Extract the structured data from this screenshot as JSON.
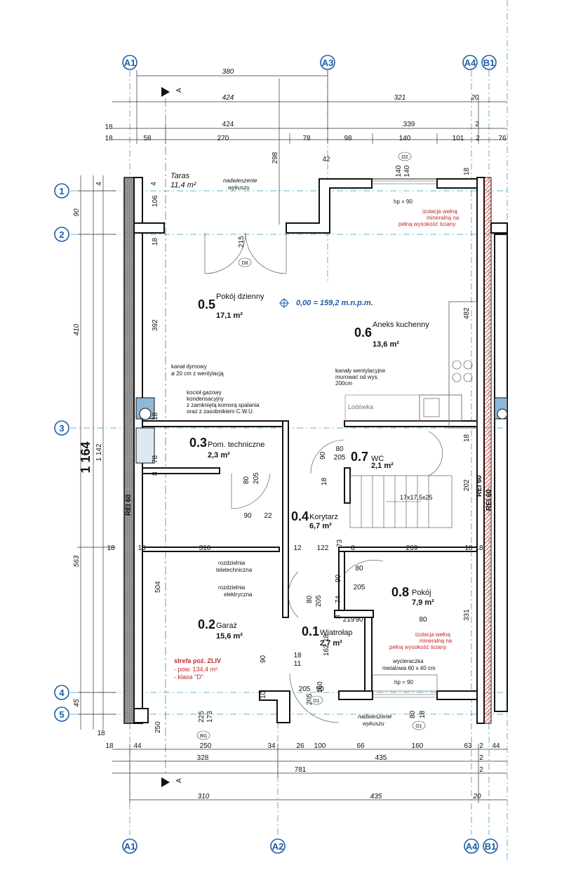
{
  "axes": {
    "top": [
      "A1",
      "A3",
      "A4",
      "B1"
    ],
    "bottom": [
      "A1",
      "A2",
      "A4",
      "B1"
    ],
    "left": [
      "1",
      "2",
      "3",
      "4",
      "5"
    ]
  },
  "dims": {
    "top_row1": [
      "380"
    ],
    "top_row2": [
      "424",
      "321",
      "20"
    ],
    "top_row3": [
      "18",
      "424",
      "339",
      "2"
    ],
    "top_row4": [
      "18",
      "58",
      "270",
      "78",
      "98",
      "140",
      "101",
      "2",
      "76"
    ],
    "top_misc": [
      "42",
      "140",
      "140",
      "298"
    ],
    "bottom_row1": [
      "18",
      "44",
      "250",
      "34",
      "26",
      "100",
      "66",
      "160",
      "63",
      "2",
      "44"
    ],
    "bottom_row2": [
      "328",
      "435",
      "2"
    ],
    "bottom_row3": [
      "781",
      "2"
    ],
    "bottom_row4": [
      "310",
      "435",
      "20"
    ],
    "left_outer": [
      "90",
      "410",
      "563",
      "45",
      "18"
    ],
    "left_total": "1 164",
    "left_inner": "1 142",
    "left_misc": [
      "4",
      "4"
    ],
    "interior": [
      "106",
      "18",
      "392",
      "18",
      "78",
      "8",
      "504",
      "18",
      "482",
      "18",
      "202",
      "331",
      "316",
      "12",
      "122",
      "73",
      "8",
      "269",
      "18",
      "18",
      "18",
      "18",
      "90",
      "22",
      "90",
      "80",
      "205",
      "80",
      "205",
      "90",
      "80",
      "205",
      "80",
      "205",
      "90",
      "18",
      "11",
      "10",
      "18",
      "74",
      "8",
      "219",
      "90",
      "80",
      "205",
      "90",
      "205",
      "160",
      "80",
      "18",
      "250",
      "225",
      "173",
      "215",
      "162",
      "18"
    ]
  },
  "rooms": [
    {
      "num": "0.5",
      "name": "Pokój dzienny",
      "area": "17,1 m²"
    },
    {
      "num": "0.6",
      "name": "Aneks kuchenny",
      "area": "13,6 m²"
    },
    {
      "num": "0.3",
      "name": "Pom. techniczne",
      "area": "2,3 m²"
    },
    {
      "num": "0.7",
      "name": "WC",
      "area": "2,1 m²"
    },
    {
      "num": "0.4",
      "name": "Korytarz",
      "area": "6,7 m²"
    },
    {
      "num": "0.8",
      "name": "Pokój",
      "area": "7,9 m²"
    },
    {
      "num": "0.2",
      "name": "Garaż",
      "area": "15,6 m²"
    },
    {
      "num": "0.1",
      "name": "Wiatrołap",
      "area": "2,7 m²"
    }
  ],
  "labels": {
    "taras": "Taras",
    "taras_area": "11,4 m²",
    "overhang_top": [
      "nadwieszenie",
      "wykuszu"
    ],
    "overhang_bottom": [
      "nadwieszenie",
      "wykuszu"
    ],
    "level": "0,00 = 159,2 m.n.p.m.",
    "insulation": [
      "izolacja wełną",
      "mineralną na",
      "pełną wysokość ściany"
    ],
    "chimney": [
      "kanał dymowy",
      "ø 20 cm z wentylacją"
    ],
    "boiler": [
      "kocioł gazowy",
      "kondensacyjny",
      "z zamkniętą komorą spalania",
      "oraz z zasobnikiem C.W.U."
    ],
    "vent": [
      "kanały wentylacyjne",
      "murować od wys.",
      "200cm"
    ],
    "fridge": "Lodówka",
    "tele": [
      "rozdzielnia",
      "teletechniczna"
    ],
    "elec": [
      "rozdzielnia",
      "elektryczna"
    ],
    "fire": [
      "strefa poż. ZLIV",
      "- pow. 134,4 m²",
      "- klasa \"D\""
    ],
    "scraper": [
      "wycieraczka",
      "metalowa 60 x 40 cm"
    ],
    "stairs": "17x17,5x25",
    "rei": "REI 60",
    "hp": "hp = 90",
    "section": "A",
    "openings": [
      "D8",
      "O2",
      "D1",
      "O1",
      "BG"
    ]
  },
  "colors": {
    "axis": "#3a9bc2",
    "bubble": "#1a5fa8",
    "red": "#c0282d",
    "insulation": "#d84a3a"
  }
}
